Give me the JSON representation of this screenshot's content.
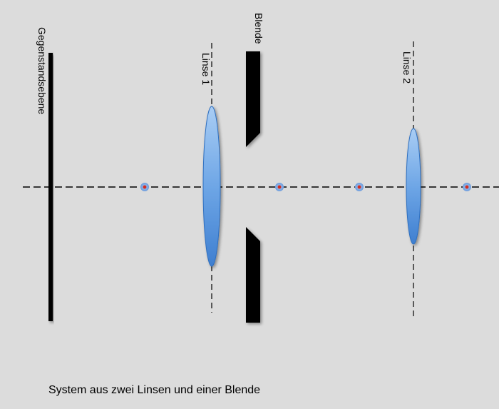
{
  "labels": {
    "object_plane": "Gegenstandsebene",
    "lens_1": "Linse 1",
    "aperture": "Blende",
    "lens_2": "Linse 2"
  },
  "caption": "System aus zwei Linsen und einer Blende",
  "colors": {
    "background": "#dcdcdc",
    "lens_fill": "#6aa3e6",
    "focal_point": "#d62b1e",
    "focal_point_halo": "#7fa8e0",
    "opaque": "#000000"
  }
}
